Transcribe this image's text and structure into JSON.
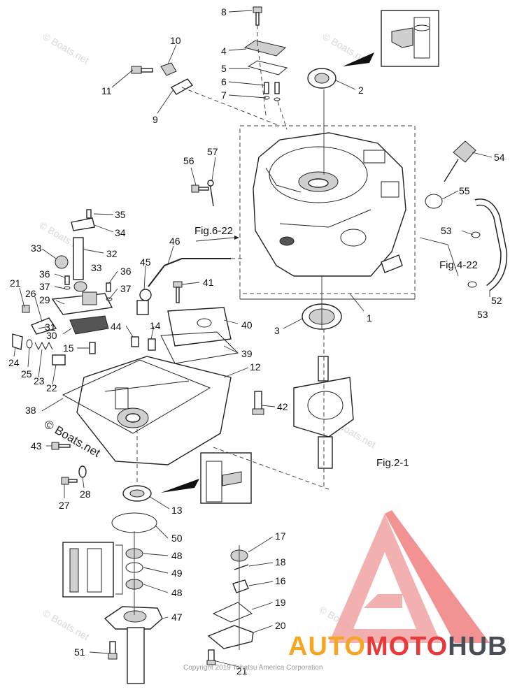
{
  "diagram": {
    "part_labels": [
      {
        "id": "p8",
        "text": "8"
      },
      {
        "id": "p4",
        "text": "4"
      },
      {
        "id": "p5",
        "text": "5"
      },
      {
        "id": "p6",
        "text": "6"
      },
      {
        "id": "p7",
        "text": "7"
      },
      {
        "id": "p2",
        "text": "2"
      },
      {
        "id": "p10",
        "text": "10"
      },
      {
        "id": "p11",
        "text": "11"
      },
      {
        "id": "p9",
        "text": "9"
      },
      {
        "id": "p54",
        "text": "54"
      },
      {
        "id": "p56",
        "text": "56"
      },
      {
        "id": "p57",
        "text": "57"
      },
      {
        "id": "p55",
        "text": "55"
      },
      {
        "id": "p35",
        "text": "35"
      },
      {
        "id": "p34",
        "text": "34"
      },
      {
        "id": "p53a",
        "text": "53"
      },
      {
        "id": "p33a",
        "text": "33"
      },
      {
        "id": "p32",
        "text": "32"
      },
      {
        "id": "p46",
        "text": "46"
      },
      {
        "id": "p33b",
        "text": "33"
      },
      {
        "id": "p36a",
        "text": "36"
      },
      {
        "id": "p36b",
        "text": "36"
      },
      {
        "id": "p45",
        "text": "45"
      },
      {
        "id": "p21a",
        "text": "21"
      },
      {
        "id": "p37a",
        "text": "37"
      },
      {
        "id": "p37b",
        "text": "37"
      },
      {
        "id": "p41",
        "text": "41"
      },
      {
        "id": "p26",
        "text": "26"
      },
      {
        "id": "p52",
        "text": "52"
      },
      {
        "id": "p1",
        "text": "1"
      },
      {
        "id": "p29",
        "text": "29"
      },
      {
        "id": "p53b",
        "text": "53"
      },
      {
        "id": "p40",
        "text": "40"
      },
      {
        "id": "p44",
        "text": "44"
      },
      {
        "id": "p14",
        "text": "14"
      },
      {
        "id": "p3",
        "text": "3"
      },
      {
        "id": "p31",
        "text": "31"
      },
      {
        "id": "p30",
        "text": "30"
      },
      {
        "id": "p15",
        "text": "15"
      },
      {
        "id": "p39",
        "text": "39"
      },
      {
        "id": "p24",
        "text": "24"
      },
      {
        "id": "p25",
        "text": "25"
      },
      {
        "id": "p12",
        "text": "12"
      },
      {
        "id": "p23",
        "text": "23"
      },
      {
        "id": "p22",
        "text": "22"
      },
      {
        "id": "p38",
        "text": "38"
      },
      {
        "id": "p42",
        "text": "42"
      },
      {
        "id": "p43",
        "text": "43"
      },
      {
        "id": "p28",
        "text": "28"
      },
      {
        "id": "p27",
        "text": "27"
      },
      {
        "id": "p13",
        "text": "13"
      },
      {
        "id": "p50",
        "text": "50"
      },
      {
        "id": "p17",
        "text": "17"
      },
      {
        "id": "p48a",
        "text": "48"
      },
      {
        "id": "p18",
        "text": "18"
      },
      {
        "id": "p49",
        "text": "49"
      },
      {
        "id": "p16",
        "text": "16"
      },
      {
        "id": "p48b",
        "text": "48"
      },
      {
        "id": "p19",
        "text": "19"
      },
      {
        "id": "p47",
        "text": "47"
      },
      {
        "id": "p20",
        "text": "20"
      },
      {
        "id": "p51",
        "text": "51"
      },
      {
        "id": "p21b",
        "text": "21"
      }
    ],
    "fig_refs": {
      "fig_6_22": "Fig.6-22",
      "fig_4_22": "Fig.4-22",
      "fig_2_1": "Fig.2-1"
    },
    "watermark_text": "© Boats.net",
    "watermark_main": "© Boats.net",
    "copyright": "Copyright 2019 Tohatsu America Corporation"
  },
  "brand": {
    "part1": "AUTO",
    "part2": "MOTO",
    "part3": "HUB",
    "colors": {
      "auto": "#f5a623",
      "moto": "#e83a3a",
      "hub": "#4a4f57",
      "triangle": "#e83a3a"
    }
  }
}
